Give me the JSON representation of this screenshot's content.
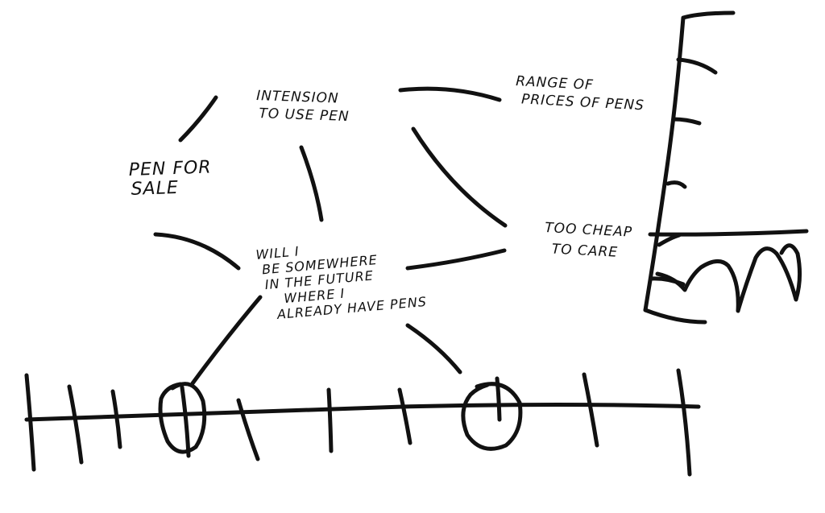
{
  "colors": {
    "ink": "#111111",
    "background": "#ffffff"
  },
  "labels": {
    "pen_for_sale": [
      "PEN FOR",
      "SALE"
    ],
    "intension": [
      "INTENSION",
      "TO USE PEN"
    ],
    "range_of_prices": [
      "RANGE OF",
      "PRICES OF PENS"
    ],
    "too_cheap": [
      "TOO CHEAP",
      "TO CARE"
    ],
    "will_i": [
      "WILL I",
      "BE SOMEWHERE",
      "IN THE FUTURE",
      "WHERE I",
      "ALREADY HAVE PENS"
    ]
  }
}
